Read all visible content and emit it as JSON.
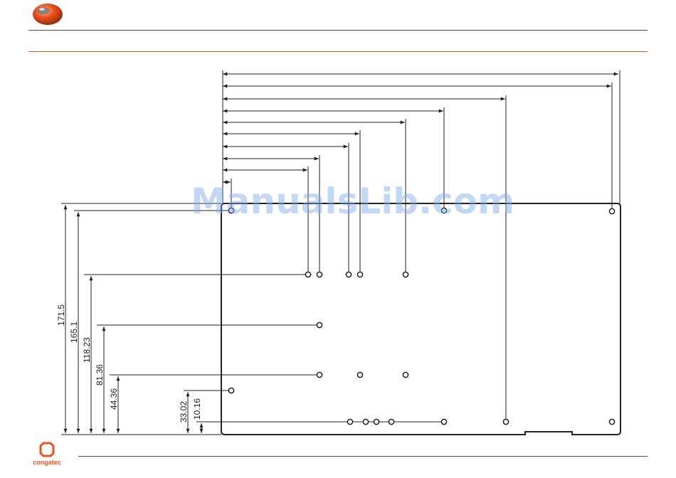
{
  "watermark": "ManualsLib.com",
  "brand": {
    "name": "congatec"
  },
  "colors": {
    "accent": "#e8501e",
    "line": "#222222"
  },
  "vertical_dimensions": [
    "171.5",
    "165.1",
    "118.23",
    "81.36",
    "44.36",
    "33.02",
    "10.16"
  ]
}
